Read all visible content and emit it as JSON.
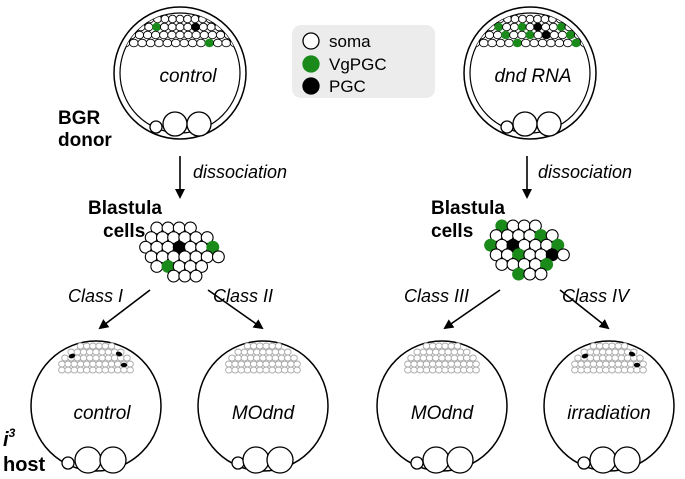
{
  "colors": {
    "soma": "#ffffff",
    "vgpgc": "#1a8a1a",
    "pgc": "#000000",
    "outline": "#000000",
    "cap_cell": "#a9a9a9",
    "legend_bg": "#ececec"
  },
  "legend": {
    "items": [
      {
        "label": "soma",
        "color": "#ffffff"
      },
      {
        "label": "VgPGC",
        "color": "#1a8a1a"
      },
      {
        "label": "PGC",
        "color": "#000000"
      }
    ]
  },
  "donors": {
    "row_label_line1": "BGR",
    "row_label_line2": "donor",
    "left": {
      "label": "control"
    },
    "right": {
      "label": "dnd RNA"
    }
  },
  "steps": {
    "dissociation": "dissociation",
    "blastula_line1": "Blastula",
    "blastula_line2": "cells"
  },
  "classes": [
    "Class I",
    "Class II",
    "Class III",
    "Class IV"
  ],
  "hosts": {
    "row_label_prefix": "i",
    "row_label_sup": "3",
    "row_label_line2": "host",
    "items": [
      {
        "label": "control",
        "germ_marks": true
      },
      {
        "label": "MOdnd",
        "germ_marks": false
      },
      {
        "label": "MOdnd",
        "germ_marks": false
      },
      {
        "label": "irradiation",
        "germ_marks": true
      }
    ]
  }
}
